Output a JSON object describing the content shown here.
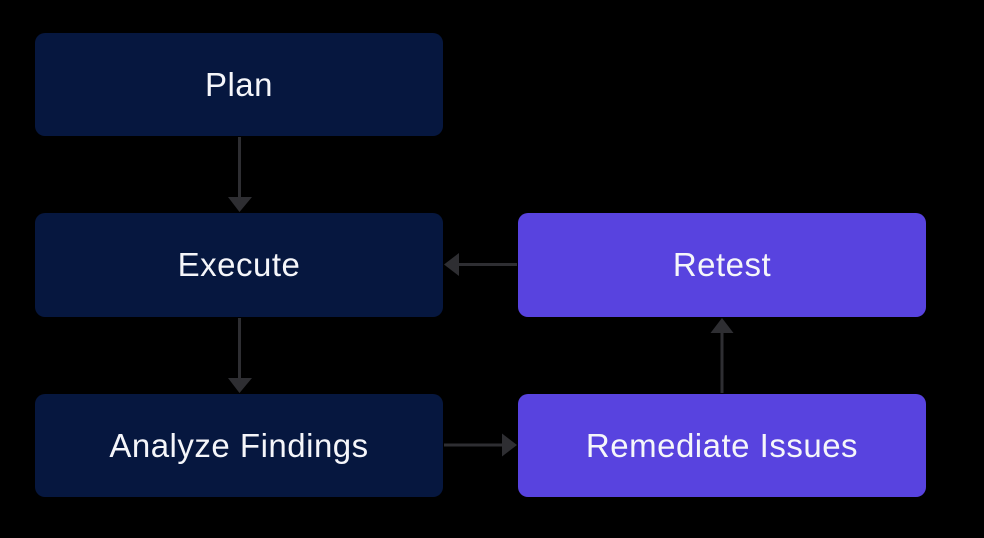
{
  "diagram": {
    "type": "flowchart",
    "nodes": [
      {
        "id": "plan",
        "label": "Plan",
        "fill": "#06173f",
        "text_color": "#f5f6fa"
      },
      {
        "id": "execute",
        "label": "Execute",
        "fill": "#06173f",
        "text_color": "#f5f6fa"
      },
      {
        "id": "analyze",
        "label": "Analyze Findings",
        "fill": "#06173f",
        "text_color": "#f5f6fa"
      },
      {
        "id": "retest",
        "label": "Retest",
        "fill": "#5843df",
        "text_color": "#f5f6fa"
      },
      {
        "id": "remediate",
        "label": "Remediate Issues",
        "fill": "#5843df",
        "text_color": "#f5f6fa"
      }
    ],
    "edges": [
      {
        "from": "plan",
        "to": "execute",
        "direction": "down"
      },
      {
        "from": "execute",
        "to": "analyze",
        "direction": "down"
      },
      {
        "from": "analyze",
        "to": "remediate",
        "direction": "right"
      },
      {
        "from": "remediate",
        "to": "retest",
        "direction": "up"
      },
      {
        "from": "retest",
        "to": "execute",
        "direction": "left"
      }
    ],
    "colors": {
      "background": "#000000",
      "node_navy": "#06173f",
      "node_purple": "#5843df",
      "arrow": "#2e2e32",
      "label": "#f5f6fa"
    }
  }
}
